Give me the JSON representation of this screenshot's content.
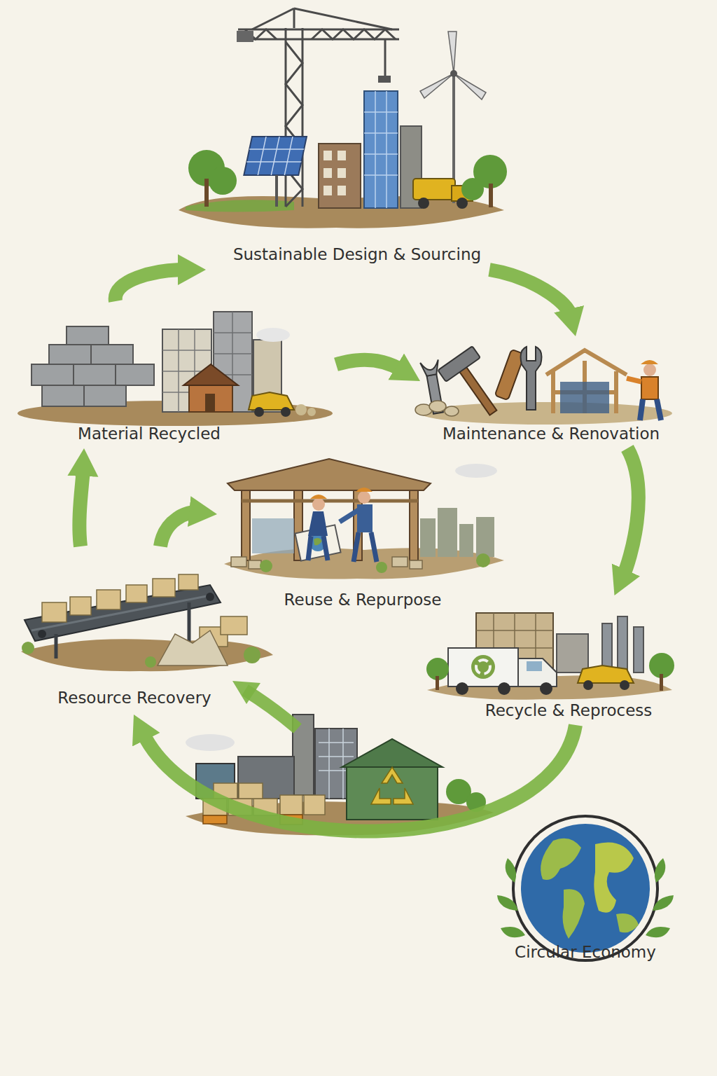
{
  "diagram": {
    "nodes": [
      {
        "text": [
          "Sustainable Design & Sourcing"
        ]
      },
      {
        "text": [
          "Material Recycled"
        ]
      },
      {
        "text": [
          "Maintenance & Renovation"
        ]
      },
      {
        "text": [
          "Reuse & Repurpose"
        ]
      },
      {
        "text": [
          "Resource Recovery"
        ]
      },
      {
        "text": [
          "Recycle & Reprocess"
        ]
      },
      {
        "text": [
          "Circular Economy"
        ]
      }
    ],
    "edges": [
      {
        "from": 1,
        "to": 0,
        "arrow": "to"
      },
      {
        "from": 0,
        "to": 2,
        "arrow": "to"
      },
      {
        "from": 1,
        "to": 2,
        "arrow": "to"
      },
      {
        "from": 2,
        "to": 5,
        "arrow": "to"
      },
      {
        "from": 5,
        "to": 4,
        "arrow": "to"
      },
      {
        "from": 4,
        "to": 3,
        "arrow": "to"
      },
      {
        "from": 4,
        "to": 1,
        "arrow": "to"
      }
    ]
  }
}
